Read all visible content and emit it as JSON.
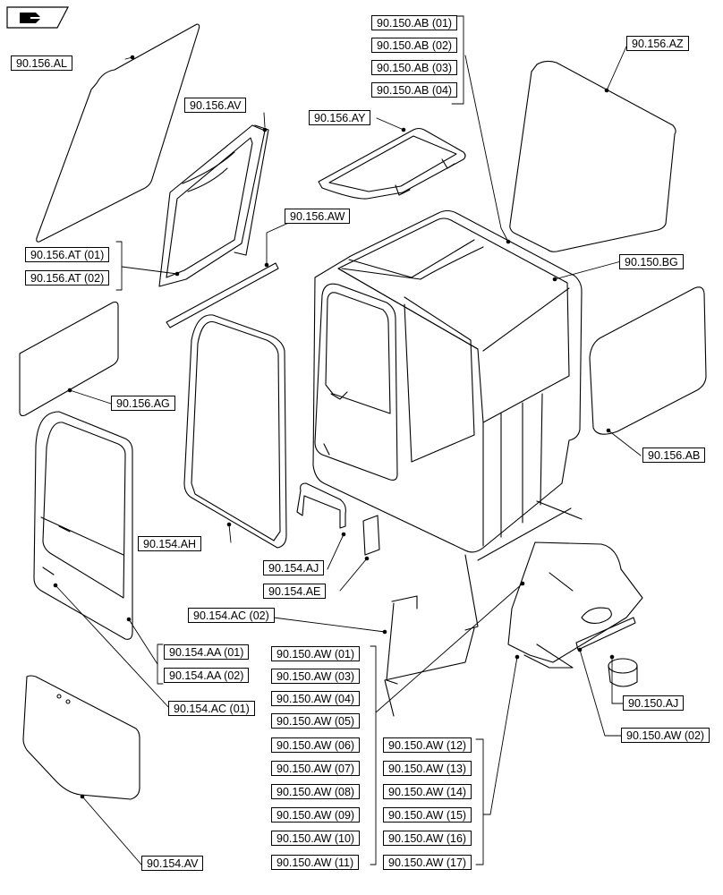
{
  "callouts": {
    "al": "90.156.AL",
    "av": "90.156.AV",
    "ay": "90.156.AY",
    "ab01": "90.150.AB (01)",
    "ab02": "90.150.AB (02)",
    "ab03": "90.150.AB (03)",
    "ab04": "90.150.AB (04)",
    "az": "90.156.AZ",
    "aw156": "90.156.AW",
    "bg": "90.150.BG",
    "at01": "90.156.AT (01)",
    "at02": "90.156.AT (02)",
    "ag": "90.156.AG",
    "ab156": "90.156.AB",
    "ah": "90.154.AH",
    "aj154": "90.154.AJ",
    "ae": "90.154.AE",
    "ac02": "90.154.AC (02)",
    "aa01": "90.154.AA (01)",
    "aa02": "90.154.AA (02)",
    "ac01": "90.154.AC (01)",
    "aj150": "90.150.AJ",
    "aw02": "90.150.AW (02)",
    "av154": "90.154.AV",
    "aw01": "90.150.AW (01)",
    "aw03": "90.150.AW (03)",
    "aw04": "90.150.AW (04)",
    "aw05": "90.150.AW (05)",
    "aw06": "90.150.AW (06)",
    "aw07": "90.150.AW (07)",
    "aw08": "90.150.AW (08)",
    "aw09": "90.150.AW (09)",
    "aw10": "90.150.AW (10)",
    "aw11": "90.150.AW (11)",
    "aw12": "90.150.AW (12)",
    "aw13": "90.150.AW (13)",
    "aw14": "90.150.AW (14)",
    "aw15": "90.150.AW (15)",
    "aw16": "90.150.AW (16)",
    "aw17": "90.150.AW (17)"
  },
  "icons": {
    "corner": "book-arrow-icon"
  },
  "colors": {
    "line": "#000000",
    "background": "#ffffff"
  }
}
